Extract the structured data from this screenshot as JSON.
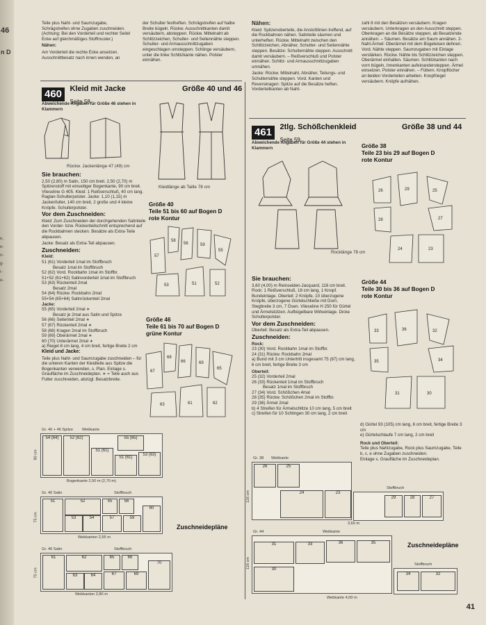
{
  "spine": {
    "top_number": "46",
    "letters": "n D"
  },
  "edge_notes": [
    "e,",
    "e-",
    "n-",
    "g-",
    "r-",
    "e-"
  ],
  "top_left": {
    "text1": "Teile plus Naht- und Saumzugabe, Schrägstreifen ohne Zugaben zuschneiden. (Achtung: Bei den Vorderteil und rechter Seite! Ecke auf gleichmäßiges Stoffmuster.)",
    "naehen_head": "Nähen:",
    "text2": "Am Vorderteil die rechte Ecke ansetzen. Ausschnittbesatz nach innen wenden, an"
  },
  "top_mid": {
    "text": "der Schulter festheften. Schrägstreifen auf halbe Breite bügeln. Rückw. Ausschnittkanten damit versäubern, absteppen. Rückw. Mittelnaht ab Schlitzzeichen, Schulter- und Seitennähte steppen. Schulter- und Armausschnittzugaben eingeschlagen umsteppen. Schlinge versäubern, unter die linke Schlitzkante nähen. Polster einnähen."
  },
  "top_right1": {
    "head": "Nähen:",
    "text": "Kleid: Spitzenoberteile, die Anstoßlinien treffend, auf die Rockbahnen nähen. Satinteile säumen und unterheften. Rückw. Mittelnaht zwischen den Schlitzzeichen, Abnäher, Schulter- und Seitennähte steppen. Besätze: Schulternähte steppen. Ausschnitt damit versäubern. – Reißverschluß und Polster einnähen. Schlitz- und Armausschnittzugaben umnähen.",
    "jacke": "Jacke: Rückw. Mittelnaht, Abnäher, Teilungs- und Schulternähte steppen. Vord. Kanten und Reverskragen: Spitze auf die Besätze heften. Vorderteilkanten ab Naht-"
  },
  "top_right2": {
    "text": "zahl 8 mit den Besätzen versäubern. Kragen versäubern. Unterkragen an den Ausschnitt steppen. Oberkragen an die Besätze steppen, ab Besatzende annähen. – Säumen. Besätze am Saum annähen. 2-Naht-Ärmel: Oberärmel mit dem Bügeleisen dehnen. Vord. Nähte steppen. Saumzugaben mit Einlage verstärken. Rückw. Nähte bis Schlitzzeichen steppen. Oberärmel einhalten. Säumen. Schlitzkanten nach vorn bügeln, Innenkanten aufeinandersteppen. Ärmel einsetzen. Polster einnähen. – Füttern. Knopflöcher an beiden Vorderteilen arbeiten. Knopfriegel versäubern. Knöpfe aufnähen."
  },
  "model460": {
    "number": "460",
    "name": "Kleid mit Jacke",
    "seite": "Seite 58",
    "sizes": "Größe 40 und 46",
    "abweichend": "Abweichende Angaben für Größe 46 stehen in Klammern",
    "jacke_caption": "Rückw. Jackenlänge 47 (49) cm",
    "kleid_caption": "Kleidlänge ab Taille 78 cm",
    "brauchen_head": "Sie brauchen:",
    "brauchen_text": "2,50 (2,80) m Satin, 150 cm breit. 2,50 (2,70) m Spitzenstoff mit einseitiger Bogenkante, 90 cm breit. Vlieseline G 405. Kleid: 1 Reißverschluß, 40 cm lang. Raglan-Schulterpolster. Jacke: 1,10 (1,15) m Jackenfutter, 140 cm breit, 2 große und 4 kleine Knöpfe. Schulterpolster.",
    "vorzusch_head": "Vor dem Zuschneiden:",
    "vorzusch_text": "Kleid: Zum Zuschneiden der durchgehenden Satinteile den Vorder- bzw. Rückenteilschnitt entsprechend auf die Rockbahnen stecken. Besätze als Extra-Teile abpausen.",
    "vorzusch_jacke": "Jacke: Besatz als Extra-Teil abpausen.",
    "zusch_head": "Zuschneiden:",
    "zusch_kleid": "Kleid:",
    "zusch_lines": [
      "51 (61) Vorderteil 1mal im Stoffbruch",
      "Besatz 1mal im Stoffbruch",
      "52 (62) Vord. Rockbahn 1mal im Stoffbr.",
      "51+52 (61+62) Satinvorderteil 1mal im Stoffbruch",
      "53 (63) Rückenteil 2mal",
      "Besatz 2mal",
      "54 (64) Rückw. Rockbahn 2mal",
      "55+54 (65+64) Satinrückenteil 2mal"
    ],
    "zusch_jacke": "Jacke:",
    "zusch_jacke_lines": [
      "55 (65) Vorderteil 2mal ∗",
      "Besatz je 2mal aus Satin und Spitze",
      "56 (66) Seitenteil 2mal ∗",
      "57 (67) Rückenteil 2mal ∗",
      "58 (68) Kragen 2mal im Stoffbruch",
      "59 (69) Oberärmel 2mal ∗",
      "60 (70) Unterärmel 2mal ∗",
      "a) Riegel 8 cm lang, 4 cm breit, fertige Breite 2 cm"
    ],
    "kleid_jacke_head": "Kleid und Jacke:",
    "kleid_jacke_text": "Teile plus Naht- und Saumzugabe zuschneiden – für die unteren Kanten der Kleidteile aus Spitze die Bogenkanten verwenden, s. Plan. Einlage s. Graufläche im Zuschneideplan. ∗ = Teile auch aus Futter zuschneiden, abzügl. Besatzbreite.",
    "g40_head": "Größe 40",
    "g40_l1": "Teile 51 bis 60 auf Bogen D",
    "g40_l2": "rote Kontur",
    "g46_head": "Größe 46",
    "g46_l1": "Teile 61 bis 70 auf Bogen D",
    "g46_l2": "grüne Kontur",
    "plan1_label": "Gr. 40 + 46  Spitze",
    "plan1_top": "Webkante",
    "plan1_bottom": "Bogenkante  2,50 m  (2,70 m)",
    "plan1_side": "90 cm",
    "plan2_label": "Gr. 40  Satin",
    "plan2_top": "Stoffbruch",
    "plan2_bottom": "Webkanten  2,55 m",
    "plan2_side": "75 cm",
    "plan3_label": "Gr. 46  Satin",
    "plan3_top": "Stoffbruch",
    "plan3_bottom": "Webkanten  2,80 m",
    "plan3_side": "75 cm",
    "zuschneideplaene": "Zuschneidepläne",
    "plan1_pieces": [
      "54 (64)",
      "52 (62)",
      "51 (61)",
      "51 (61)",
      "55 (65)",
      "53 (63)"
    ],
    "plan2_pieces": [
      "51",
      "52",
      "53",
      "54",
      "55",
      "56",
      "57",
      "59",
      "60"
    ],
    "plan3_pieces": [
      "61",
      "62",
      "63",
      "64",
      "65",
      "66",
      "67",
      "69",
      "70"
    ]
  },
  "model461": {
    "number": "461",
    "name": "2tlg. Schößchenkleid",
    "seite": "Seite 59",
    "sizes": "Größe 38 und 44",
    "abweichend": "Abweichende Angaben für Größe 44 stehen in Klammern",
    "rock_caption": "Rocklänge 78 cm",
    "g38_head": "Größe 38",
    "g38_l1": "Teile 23 bis 29 auf Bogen D",
    "g38_l2": "rote Kontur",
    "g44_head": "Größe 44",
    "g44_l1": "Teile 30 bis 36 auf Bogen D",
    "g44_l2": "rote Kontur",
    "brauchen_head": "Sie brauchen:",
    "brauchen_text": "3,60 (4,00) m Reinseiden-Jacquard, 116 cm breit. Rock: 1 Reißverschluß, 18 cm lang, 1 Knopf. Bundeinlage. Oberteil: 2 Knöpfe, 10 überzogene Knöpfe, überzogene Gürtelschließe mit Dorn, Stegbreite 3 cm, 7 Ösen. Vlieseline H 250 für Gürtel und Ärmelstützen. Aufbügelbare Wirkeinlage. Dicke Schulterpolster.",
    "vorzusch_head": "Vor dem Zuschneiden:",
    "vorzusch_text": "Oberteil: Besatz als Extra-Teil abpausen.",
    "zusch_head": "Zuschneiden:",
    "zusch_rock": "Rock:",
    "zusch_rock_lines": [
      "23 (30) Vord. Rockbahn 1mal im Stoffbr.",
      "24 (31) Rückw. Rockbahn 2mal",
      "a) Bund mit 3 cm Untertritt insgesamt 75 (87) cm lang, 6 cm breit, fertige Breite 3 cm"
    ],
    "zusch_ober": "Oberteil:",
    "zusch_ober_lines": [
      "25 (32) Vorderteil 2mal",
      "26 (33) Rückenteil 1mal im Stoffbruch",
      "Besatz 1mal im Stoffbruch",
      "27 (34) Vord. Schößchen 4mal",
      "28 (35) Rückw. Schößchen 2mal im Stoffbr.",
      "29 (36) Ärmel 2mal",
      "b) 4 Streifen für Ärmelschlitze 10 cm lang, 5 cm breit",
      "c) Streifen für 10 Schlingen 30 cm lang, 2 cm breit"
    ],
    "right_lines": [
      "d) Gürtel 93 (105) cm lang, 6 cm breit, fertige Breite 3 cm",
      "e) Gürtelschlaufe 7 cm lang, 2 cm breit"
    ],
    "rock_ober_head": "Rock und Oberteil:",
    "rock_ober_text": "Teile plus Nahtzugabe, Rock plus Saumzugabe, Teile b, c, e ohne Zugaben zuschneiden.",
    "einlage": "Einlage s. Graufläche im Zuschneideplan.",
    "plan1_label": "Gr. 38",
    "plan1_top": "Webkante",
    "plan1_fold": "Stoffbruch",
    "plan1_bottom": "3,60 m",
    "plan1_side": "116 cm",
    "plan2_label": "Gr. 44",
    "plan2_top": "Webkante",
    "plan2_fold": "Stoffbruch",
    "plan2_bottom": "Webkante  4,00 m",
    "plan2_side": "116 cm",
    "zuschneideplaene": "Zuschneidepläne",
    "plan1_pieces": [
      "26",
      "25",
      "24",
      "23",
      "29",
      "28",
      "27"
    ],
    "plan2_pieces": [
      "31",
      "30",
      "33",
      "36",
      "35",
      "34",
      "32"
    ]
  },
  "page_number": "41"
}
